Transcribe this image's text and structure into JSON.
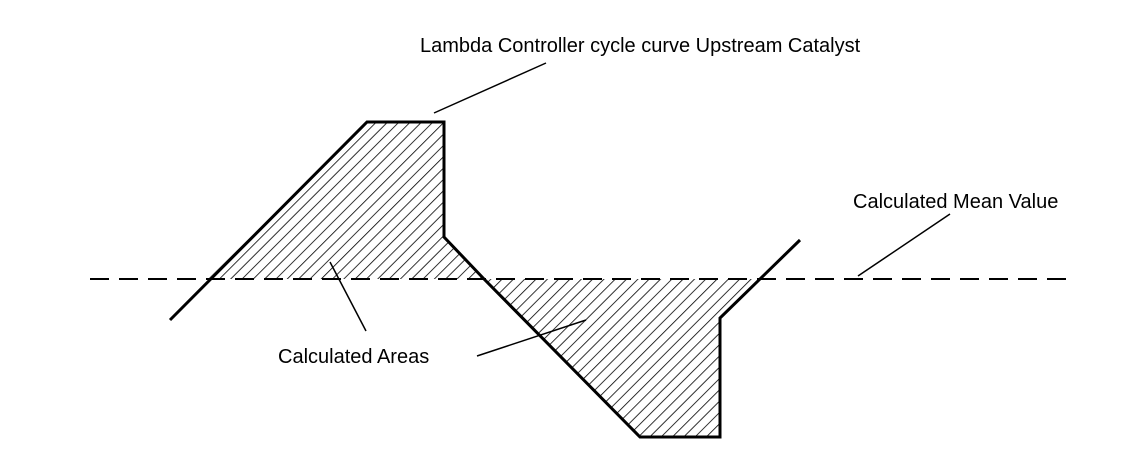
{
  "diagram": {
    "labels": {
      "curve": "Lambda Controller cycle curve Upstream Catalyst",
      "mean": "Calculated Mean Value",
      "areas": "Calculated Areas"
    },
    "colors": {
      "line": "#000000",
      "background": "#ffffff"
    }
  }
}
